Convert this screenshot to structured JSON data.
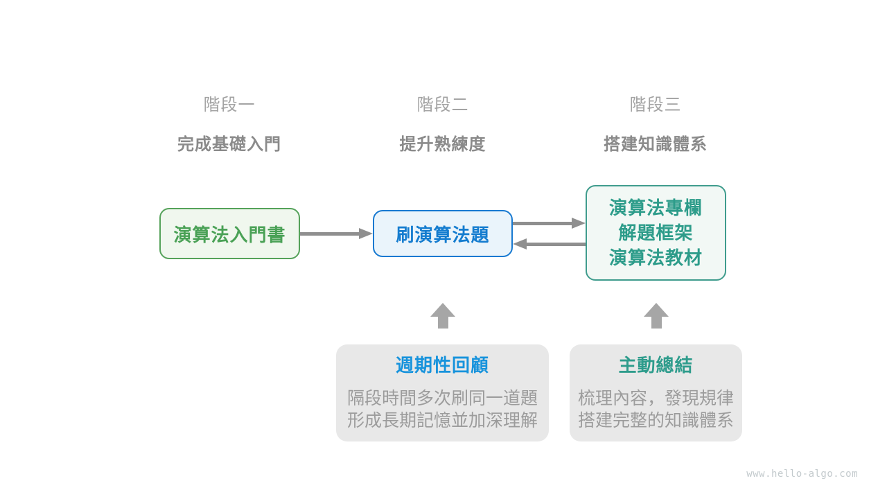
{
  "stages": [
    {
      "label": "階段一",
      "subtitle": "完成基礎入門"
    },
    {
      "label": "階段二",
      "subtitle": "提升熟練度"
    },
    {
      "label": "階段三",
      "subtitle": "搭建知識體系"
    }
  ],
  "nodes": [
    {
      "id": "node-intro-book",
      "label": "演算法入門書"
    },
    {
      "id": "node-practice-problems",
      "label": "刷演算法題"
    },
    {
      "id": "node-knowledge-sources",
      "lines": [
        "演算法專欄",
        "解題框架",
        "演算法教材"
      ]
    }
  ],
  "notes": [
    {
      "id": "note-periodic-review",
      "title": "週期性回顧",
      "body": [
        "隔段時間多次刷同一道題",
        "形成長期記憶並加深理解"
      ]
    },
    {
      "id": "note-active-summary",
      "title": "主動總結",
      "body": [
        "梳理內容，發現規律",
        "搭建完整的知識體系"
      ]
    }
  ],
  "connectors": [
    {
      "from": "node-intro-book",
      "to": "node-practice-problems",
      "direction": "right"
    },
    {
      "from": "node-practice-problems",
      "to": "node-knowledge-sources",
      "direction": "right"
    },
    {
      "from": "node-knowledge-sources",
      "to": "node-practice-problems",
      "direction": "left"
    },
    {
      "from": "note-periodic-review",
      "to": "node-practice-problems",
      "direction": "up"
    },
    {
      "from": "note-active-summary",
      "to": "node-knowledge-sources",
      "direction": "up"
    }
  ],
  "colors": {
    "green_border": "#55a25a",
    "green_fill": "#f0f7ee",
    "green_text": "#4aa156",
    "blue_border": "#1779d1",
    "blue_fill": "#eaf4fb",
    "blue_text": "#147ccf",
    "teal_border": "#3f9c8d",
    "teal_fill": "#f2f8f5",
    "teal_text": "#2d9c8a",
    "note_fill": "#e8e8e8",
    "note_title_blue": "#1793dc",
    "note_title_teal": "#2e9c8c",
    "arrow_gray": "#8f8f8f",
    "up_arrow_gray": "#a6a6a6",
    "stage_label_gray": "#a3a3a3",
    "stage_subtitle_gray": "#8a8a8a",
    "body_gray": "#9c9c9c"
  },
  "watermark": {
    "text": "www.hello-algo.com"
  }
}
